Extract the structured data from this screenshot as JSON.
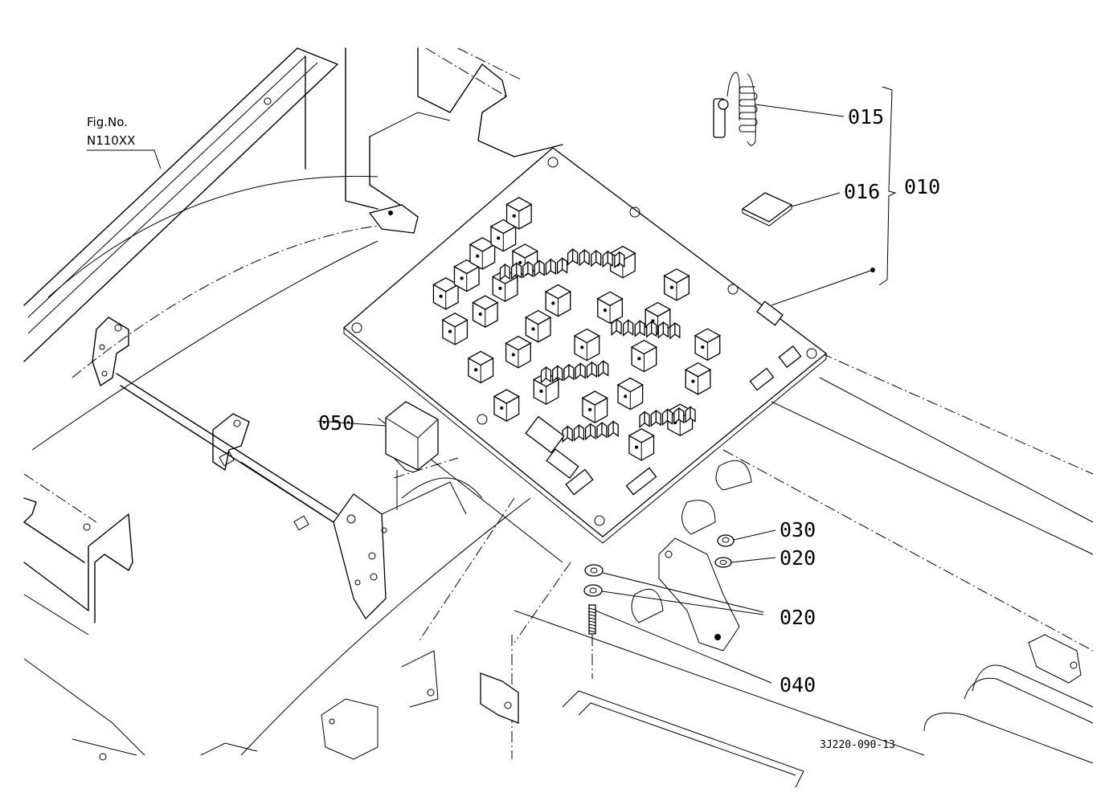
{
  "figure": {
    "ref_line1": "Fig.No.",
    "ref_line2": "N110XX",
    "drawing_code": "3J220-090-13"
  },
  "callouts": {
    "p015": "015",
    "p016": "016",
    "p010": "010",
    "p050": "050",
    "p030": "030",
    "p020a": "020",
    "p020b": "020",
    "p040": "040"
  }
}
